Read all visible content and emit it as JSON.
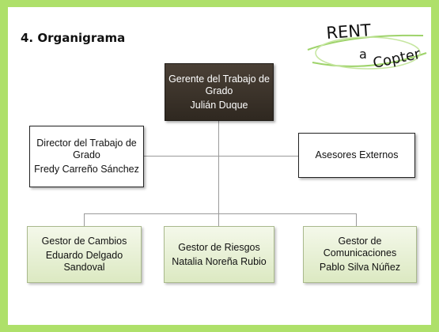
{
  "slide": {
    "title": "4. Organigrama",
    "logo": {
      "line1": "RENT",
      "line2": "a",
      "line3": "Copter"
    }
  },
  "org": {
    "top": {
      "role": "Gerente del Trabajo de Grado",
      "name": "Julián Duque"
    },
    "left": {
      "role": "Director del Trabajo de Grado",
      "name": "Fredy Carreño Sánchez"
    },
    "right": {
      "role": "Asesores Externos"
    },
    "managers": [
      {
        "role": "Gestor de Cambios",
        "name": "Eduardo Delgado Sandoval"
      },
      {
        "role": "Gestor de Riesgos",
        "name": "Natalia Noreña Rubio"
      },
      {
        "role": "Gestor de Comunicaciones",
        "name": "Pablo Silva Núñez"
      }
    ]
  },
  "colors": {
    "frame": "#aee06a",
    "top_box": "#3b332a",
    "manager_box": "#dce9c2"
  }
}
